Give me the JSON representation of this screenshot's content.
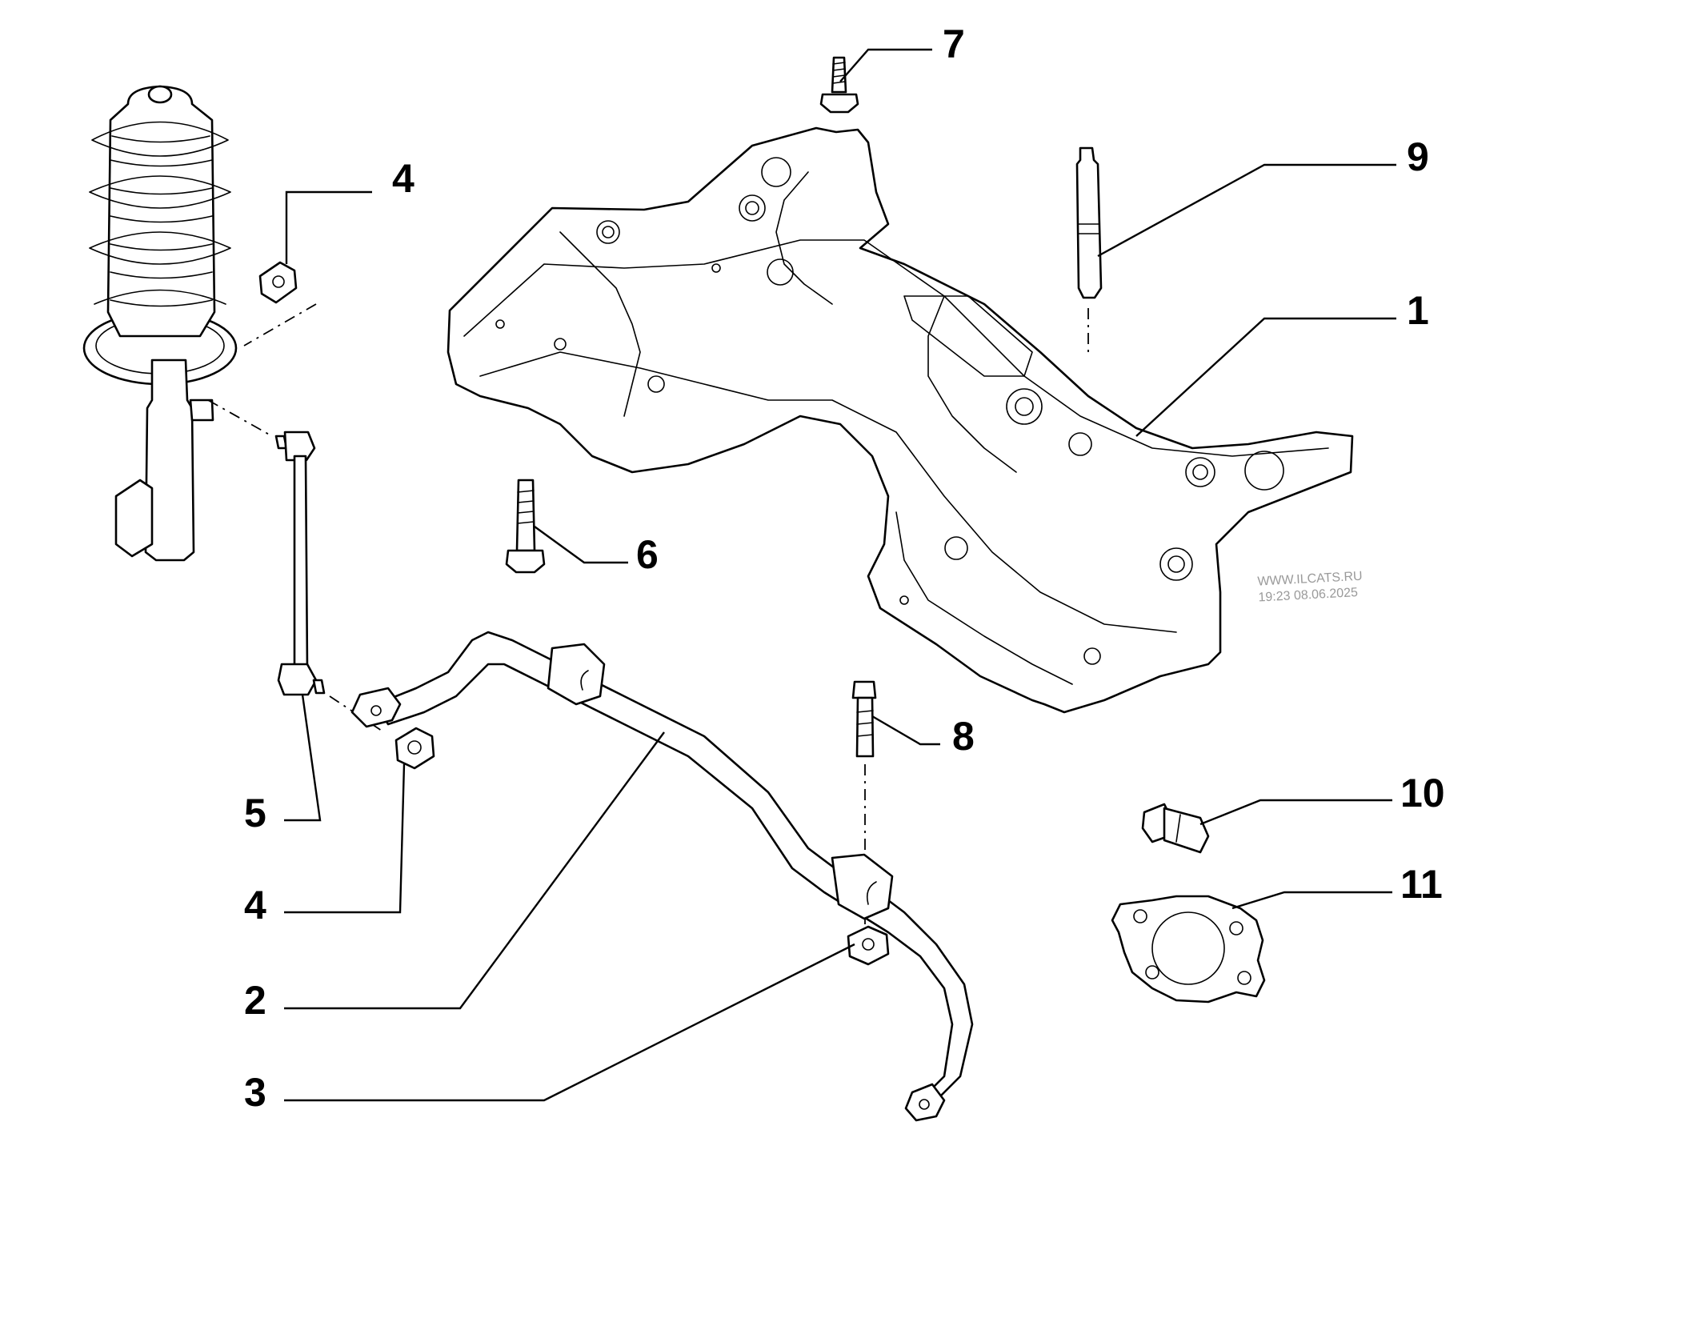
{
  "callouts": [
    {
      "id": "c7",
      "label": "7"
    },
    {
      "id": "c9",
      "label": "9"
    },
    {
      "id": "c4a",
      "label": "4"
    },
    {
      "id": "c1",
      "label": "1"
    },
    {
      "id": "c6",
      "label": "6"
    },
    {
      "id": "c8",
      "label": "8"
    },
    {
      "id": "c10",
      "label": "10"
    },
    {
      "id": "c5",
      "label": "5"
    },
    {
      "id": "c11",
      "label": "11"
    },
    {
      "id": "c4b",
      "label": "4"
    },
    {
      "id": "c2",
      "label": "2"
    },
    {
      "id": "c3",
      "label": "3"
    }
  ],
  "watermark": {
    "site": "WWW.ILCATS.RU",
    "timestamp": "19:23 08.06.2025"
  },
  "colors": {
    "line": "#000000",
    "background": "#ffffff",
    "watermark": "#9a9a9a"
  }
}
